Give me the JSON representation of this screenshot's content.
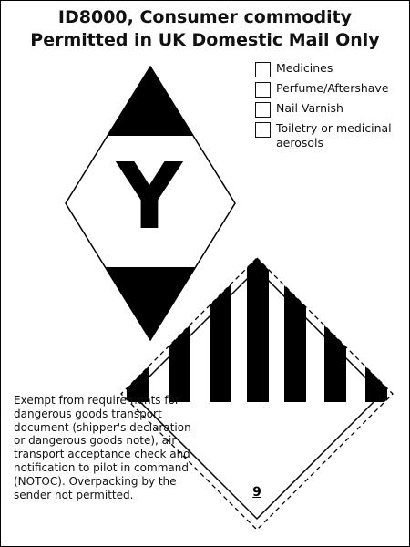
{
  "header": {
    "line1": "ID8000, Consumer commodity",
    "line2": "Permitted in UK Domestic Mail Only"
  },
  "limited_quantity_mark": {
    "letter": "Y"
  },
  "checklist": {
    "items": [
      "Medicines",
      "Perfume/Aftershave",
      "Nail Varnish",
      "Toiletry or medicinal aerosols"
    ]
  },
  "exemption_note": "Exempt from requirements for dangerous goods transport document (shipper's declaration or dangerous goods note), air transport acceptance check and notification to pilot in command (NOTOC). Overpacking by the sender not permitted.",
  "hazard_label": {
    "class_number": "9"
  }
}
